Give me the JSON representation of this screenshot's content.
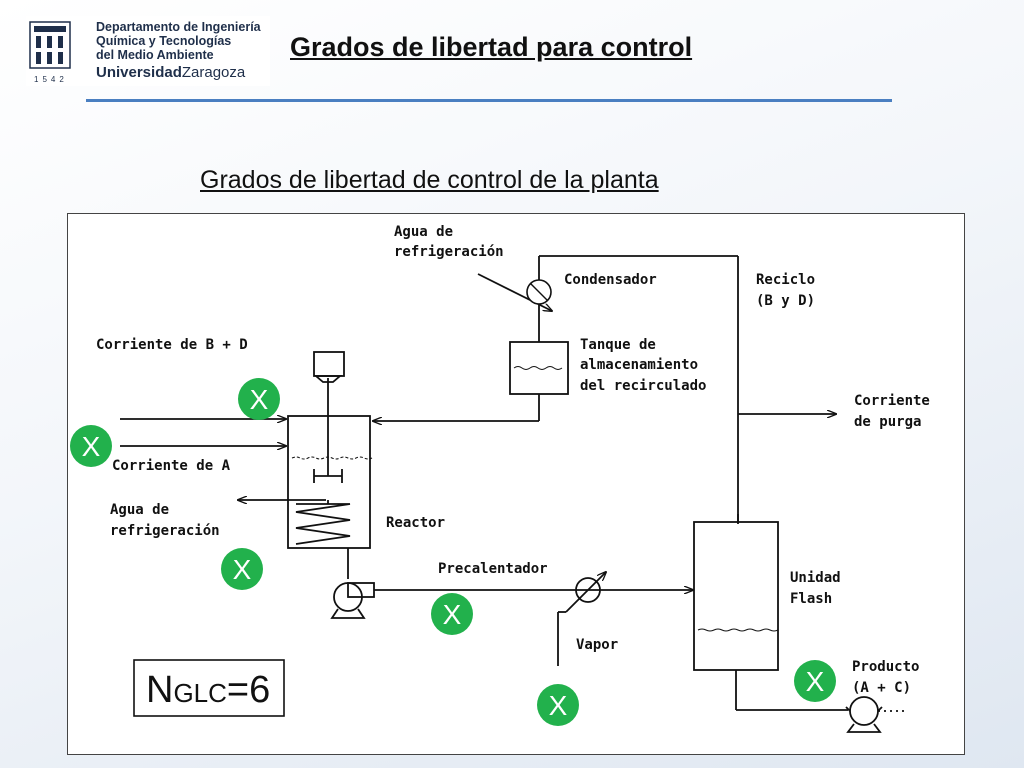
{
  "header": {
    "dept_line1": "Departamento de Ingeniería",
    "dept_line2": "Química y Tecnologías",
    "dept_line3": "del Medio Ambiente",
    "uni_bold": "Universidad",
    "uni_rest": "Zaragoza",
    "year": "1542",
    "title": "Grados de libertad para control"
  },
  "subtitle": "Grados de libertad de control de la planta",
  "labels": {
    "agua_top_1": "Agua de",
    "agua_top_2": "refrigeración",
    "condensador": "Condensador",
    "reciclo_1": "Reciclo",
    "reciclo_2": "(B y D)",
    "corriente_bd": "Corriente  de B + D",
    "tanque_1": "Tanque de",
    "tanque_2": "almacenamiento",
    "tanque_3": "del recirculado",
    "purga_1": "Corriente",
    "purga_2": "de purga",
    "corriente_a": "Corriente  de A",
    "agua_left_1": "Agua de",
    "agua_left_2": "refrigeración",
    "reactor": "Reactor",
    "precalentador": "Precalentador",
    "unidad_1": "Unidad",
    "unidad_2": "Flash",
    "vapor": "Vapor",
    "producto_1": "Producto",
    "producto_2": "(A + C)"
  },
  "nglc": {
    "prefix": "N",
    "sub": "GLC",
    "value": "=6"
  },
  "markers": {
    "symbol": "X",
    "color": "#22b14c"
  }
}
